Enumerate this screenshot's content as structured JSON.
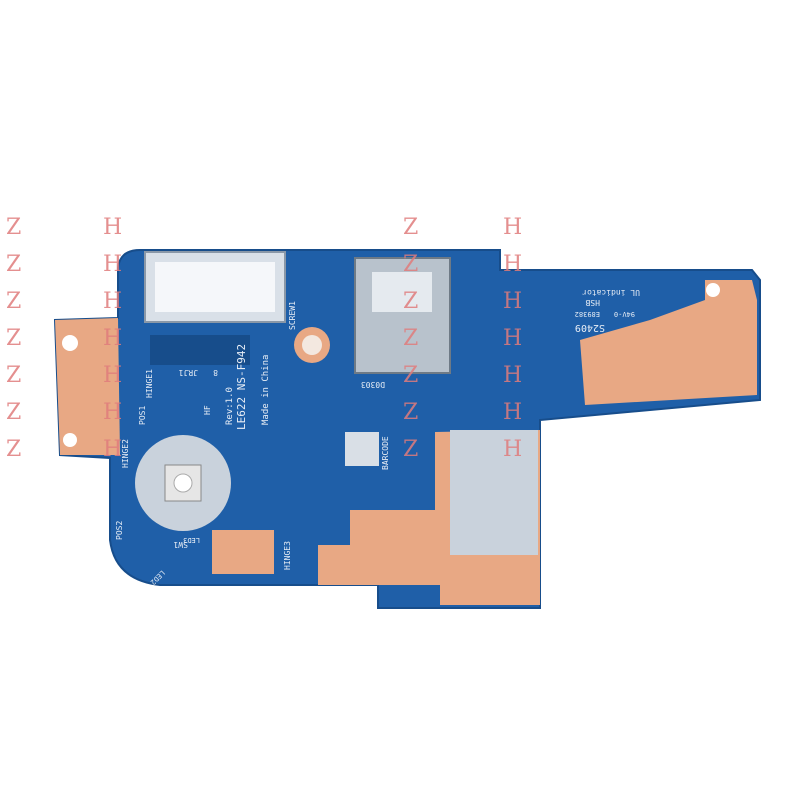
{
  "board": {
    "model": "LE622 NS-F942",
    "revision": "Rev:1.0",
    "origin": "Made in China",
    "label_hinge1": "HINGE1",
    "label_hinge2": "HINGE2",
    "label_hinge3": "HINGE3",
    "label_pos1": "POS1",
    "label_pos2": "POS2",
    "label_screw": "SCREW1",
    "label_jrj": "JRJ1",
    "label_jrj_pin": "8",
    "label_barcode": "BARCODE",
    "label_d0303": "D0303",
    "label_sw": "SW1",
    "label_led2": "LED2",
    "label_led3": "LED3",
    "label_ul": "UL indicator",
    "label_hsb": "HSB",
    "label_ul_code": "E89382",
    "label_hf": "HF",
    "label_date": "S2409",
    "label_rating": "94V-0"
  },
  "watermark": {
    "letters": [
      "Z",
      "H"
    ],
    "rows": 7
  },
  "colors": {
    "pcb": "#1f5fa8",
    "copper": "#e8a884",
    "metal": "#c9d2dc",
    "background": "#ffffff",
    "watermark": "#e07c7c"
  }
}
